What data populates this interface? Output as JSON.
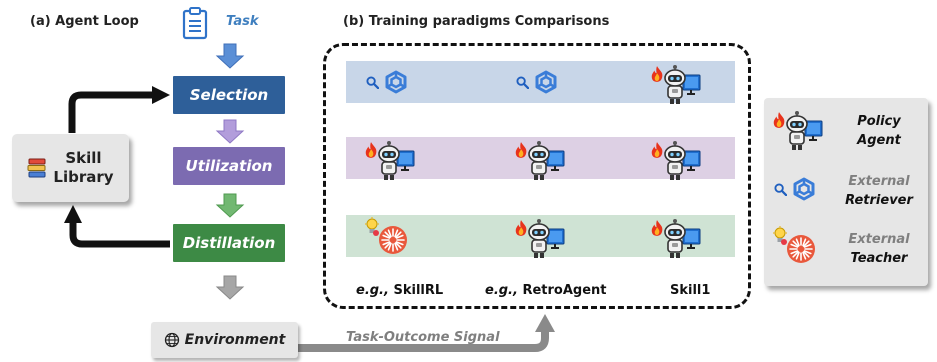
{
  "panel_a": {
    "title": "(a) Agent Loop",
    "task_label": "Task",
    "stages": {
      "selection": "Selection",
      "utilization": "Utilization",
      "distillation": "Distillation"
    },
    "skill_library": {
      "line1": "Skill",
      "line2": "Library"
    },
    "environment": "Environment",
    "signal": "Task-Outcome Signal"
  },
  "panel_b": {
    "title": "(b) Training paradigms Comparisons",
    "examples": {
      "left_prefix": "e.g.,",
      "left_name": " SkillRL",
      "mid_prefix": "e.g.,",
      "mid_name": " RetroAgent",
      "right": "Skill1"
    }
  },
  "legend": {
    "policy": {
      "line1": "Policy",
      "line2": "Agent"
    },
    "retriever": {
      "line1": "External",
      "line2": "Retriever"
    },
    "teacher": {
      "line1": "External",
      "line2": "Teacher"
    }
  },
  "colors": {
    "selection": "#2e5f99",
    "utilization": "#7c6bb1",
    "distillation": "#3d8a45",
    "row1": "#c8d6e8",
    "row2": "#ddd0e4",
    "row3": "#cfe3d4",
    "arrow_blue": "#5b8fd6",
    "arrow_purple": "#b29ddb",
    "arrow_green": "#72b872",
    "arrow_gray": "#a6a6a6"
  },
  "grid": [
    [
      "retriever",
      "retriever",
      "policy"
    ],
    [
      "policy",
      "policy",
      "policy"
    ],
    [
      "teacher",
      "policy",
      "policy"
    ]
  ]
}
